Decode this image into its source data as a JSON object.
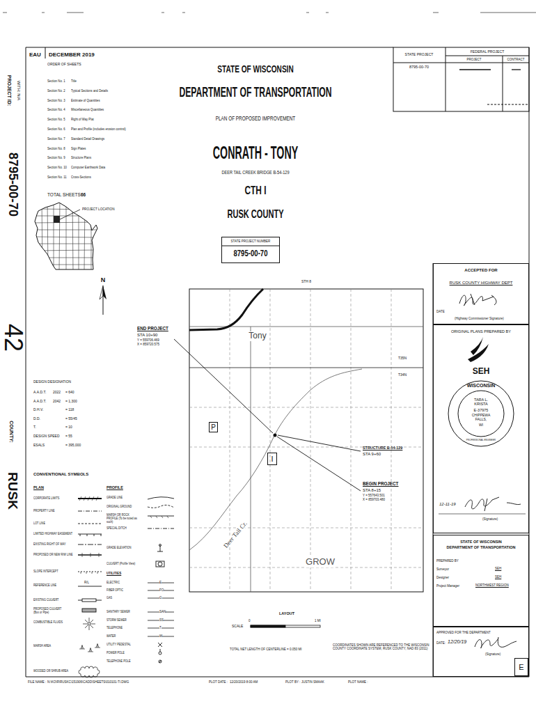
{
  "diagram": {
    "title": "CONRATH - TONY",
    "nodes": [
      {
        "text": [
          "STATE PROJECT NUMBER",
          "8795-00-70"
        ]
      },
      {
        "text": [
          "P"
        ]
      },
      {
        "text": [
          "I"
        ]
      },
      {
        "text": [
          "ACCEPTED FOR",
          "RUSK COUNTY HIGHWAY DEPT",
          "DATE",
          "(Highway Commissioner Signature)"
        ]
      },
      {
        "text": [
          "ORIGINAL PLANS PREPARED BY",
          "SEH",
          "12-11-19",
          "(Signature)"
        ]
      },
      {
        "text": [
          "WISCONSIN",
          "TARA L. KRISTA",
          "E-37975",
          "CHIPPEWA FALLS,",
          "WI",
          "PROFESSIONAL ENGINEER"
        ],
        "in": 4
      },
      {
        "text": [
          "STATE OF WISCONSIN",
          "DEPARTMENT OF TRANSPORTATION",
          "PREPARED BY",
          "Surveyor",
          "SEH",
          "Designer",
          "SEH",
          "Project Manager",
          "NORTHWEST REGION"
        ]
      },
      {
        "text": [
          "APPROVED FOR THE DEPARTMENT",
          "DATE:",
          "12/20/19",
          "(Signature)"
        ]
      },
      {
        "text": [
          "E"
        ],
        "in": 7
      }
    ],
    "labels": [
      "EAU",
      "DECEMBER 2019",
      "ORDER OF SHEETS",
      "Section No. 1",
      "Title",
      "Section No. 2",
      "Typical Sections and Details",
      "Section No. 3",
      "Estimate of Quantities",
      "Section No. 4",
      "Miscellaneous Quantities",
      "Section No. 5",
      "Right of Way Plat",
      "Section No. 6",
      "Plan and Profile (includes erosion control)",
      "Section No. 7",
      "Standard Detail Drawings",
      "Section No. 8",
      "Sign Plates",
      "Section No. 9",
      "Structure Plans",
      "Section No. 10",
      "Computer Earthwork Data",
      "Section No. 11",
      "Cross-Sections",
      "TOTAL SHEETS =",
      "66",
      "PROJECT LOCATION",
      "PROJECT ID:",
      "WITH: N/A",
      "8795-00-70",
      "42",
      "COUNTY:",
      "RUSK",
      "STATE OF WISCONSIN",
      "DEPARTMENT OF TRANSPORTATION",
      "PLAN OF PROPOSED IMPROVEMENT",
      "DEER TAIL CREEK BRIDGE B-54-129",
      "CTH I",
      "RUSK COUNTY",
      "STATE PROJECT",
      "FEDERAL PROJECT",
      "PROJECT",
      "CONTRACT",
      "8795-00-70",
      "N",
      "DESIGN DESIGNATION",
      "A.A.D.T.",
      "2022",
      "= 640",
      "A.A.D.T.",
      "2042",
      "= 1,300",
      "D.H.V.",
      "= 118",
      "D.D.",
      "= 55/45",
      "T.",
      "= 10",
      "DESIGN SPEED",
      "= 55",
      "ESALS",
      "= 395,000",
      "CONVENTIONAL SYMBOLS",
      "PLAN",
      "PROFILE",
      "R/L",
      "UTILITIES",
      "E",
      "FO",
      "G",
      "SAN",
      "SS",
      "T",
      "W",
      "STH 8",
      "Tony",
      "T35N",
      "T34N",
      "END PROJECT",
      "STA 10+90",
      "Y = 559706.469",
      "X = 859720.575",
      "STRUCTURE B-54-129",
      "STA 9+60",
      "BEGIN PROJECT",
      "STA 8+15",
      "Y = 557643.501",
      "X = 859703.480",
      "Deer Tail Cr.",
      "GROW",
      "LAYOUT",
      "SCALE",
      "0",
      "1 MI",
      "TOTAL NET LENGTH OF CENTERLINE = 0.050 MI",
      "COORDINATES SHOWN ARE REFERENCED TO THE WISCONSIN COUNTY COORDINATE SYSTEM, RUSK COUNTY, NAD 83 (2011)",
      "FILE NAME :",
      "N:\\KO\\R\\RUSKC\\151906\\CADD\\SHEETS\\010101-TI.DWG",
      "PLOT DATE :",
      "12/20/2019 8:00 AM",
      "PLOT BY :",
      "JUSTIN SMAAK",
      "PLOT NAME :"
    ],
    "legend": [
      {
        "text": "CORPORATE LIMITS"
      },
      {
        "text": "PROPERTY LINE"
      },
      {
        "text": "LOT LINE"
      },
      {
        "text": "LIMITED HIGHWAY EASEMENT"
      },
      {
        "text": "EXISTING RIGHT OF WAY"
      },
      {
        "text": "PROPOSED OR NEW R/W LINE"
      },
      {
        "text": "SLOPE INTERCEPT"
      },
      {
        "text": "REFERENCE LINE"
      },
      {
        "text": "EXISTING CULVERT"
      },
      {
        "text": "PROPOSED CULVERT (Box or Pipe)"
      },
      {
        "text": "COMBUSTIBLE FLUIDS"
      },
      {
        "text": "MARSH AREA"
      },
      {
        "text": "WOODED OR SHRUB AREA"
      },
      {
        "text": "GRADE LINE"
      },
      {
        "text": "ORIGINAL GROUND"
      },
      {
        "text": "MARSH OR ROCK PROFILE (To be noted as such)"
      },
      {
        "text": "SPECIAL DITCH"
      },
      {
        "text": "GRADE ELEVATION"
      },
      {
        "text": "CULVERT (Profile View)"
      },
      {
        "text": "ELECTRIC"
      },
      {
        "text": "FIBER OPTIC"
      },
      {
        "text": "GAS"
      },
      {
        "text": "SANITARY SEWER"
      },
      {
        "text": "STORM SEWER"
      },
      {
        "text": "TELEPHONE"
      },
      {
        "text": "WATER"
      },
      {
        "text": "UTILITY PEDESTAL"
      },
      {
        "text": "POWER POLE"
      },
      {
        "text": "TELEPHONE POLE"
      }
    ]
  }
}
